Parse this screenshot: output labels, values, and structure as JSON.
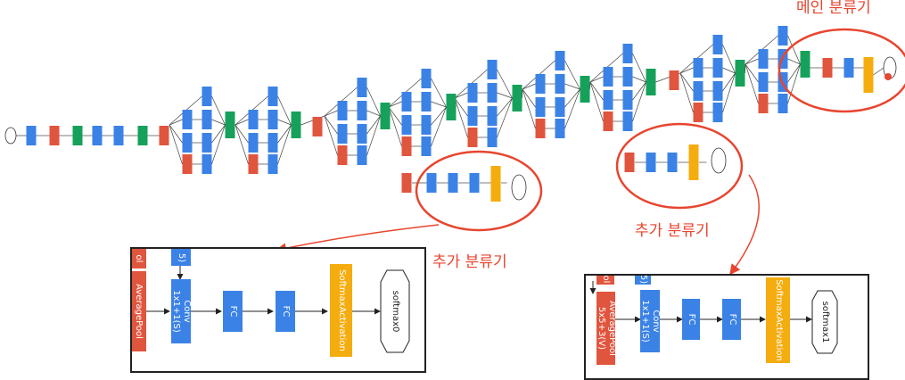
{
  "annotations": {
    "main_classifier": "메인 분류기",
    "aux_classifier_1": "추가 분류기",
    "aux_classifier_2": "추가 분류기"
  },
  "colors": {
    "conv": "#3b82e6",
    "pool": "#e0553e",
    "concat": "#16a15b",
    "softmax_activation": "#f5ac0e",
    "highlight": "#e8452f"
  },
  "zoom_left": {
    "nodes": {
      "pool_fragment": "ol",
      "conv_fragment": "5)",
      "avgpool": "AveragePool",
      "conv": "Conv\n1x1+1(S)",
      "fc1": "FC",
      "fc2": "FC",
      "softmax_activation": "SoftmaxActivation",
      "softmax": "softmax0"
    }
  },
  "zoom_right": {
    "nodes": {
      "pool_fragment": "ol",
      "conv_fragment": "5)",
      "avgpool": "AveragePool\n5x5+3(V)",
      "conv": "Conv\n1x1+1(S)",
      "fc1": "FC",
      "fc2": "FC",
      "softmax_activation": "SoftmaxActivation",
      "softmax": "softmax1"
    }
  }
}
